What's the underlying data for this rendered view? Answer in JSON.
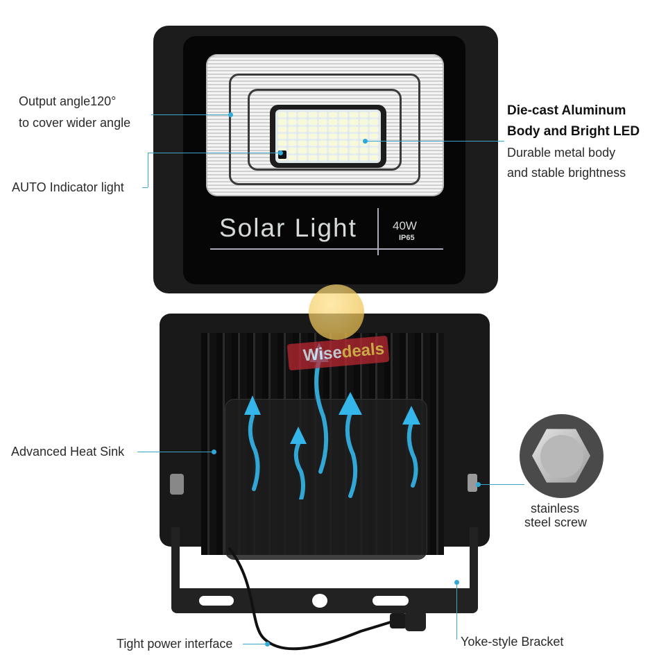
{
  "front_panel": {
    "product_title": "Solar Light",
    "wattage": "40W",
    "ip_rating": "IP65"
  },
  "callouts": {
    "output_angle": {
      "line1": "Output angle120°",
      "line2": "to cover wider angle"
    },
    "auto_indicator": {
      "text": "AUTO Indicator light"
    },
    "die_cast": {
      "title1": "Die-cast Aluminum",
      "title2": "Body and Bright LED",
      "line1": "Durable metal body",
      "line2": "and stable brightness"
    },
    "heat_sink": {
      "text": "Advanced Heat Sink"
    },
    "screw": {
      "line1": "stainless",
      "line2": "steel screw"
    },
    "power": {
      "text": "Tight power interface"
    },
    "bracket": {
      "text": "Yoke-style Bracket"
    }
  },
  "watermark": {
    "word1": "Wise",
    "word2": "deals"
  },
  "colors": {
    "callout_line": "#3aa6c9",
    "airflow_arrow": "#35b6ea",
    "body": "#1c1c1c"
  }
}
